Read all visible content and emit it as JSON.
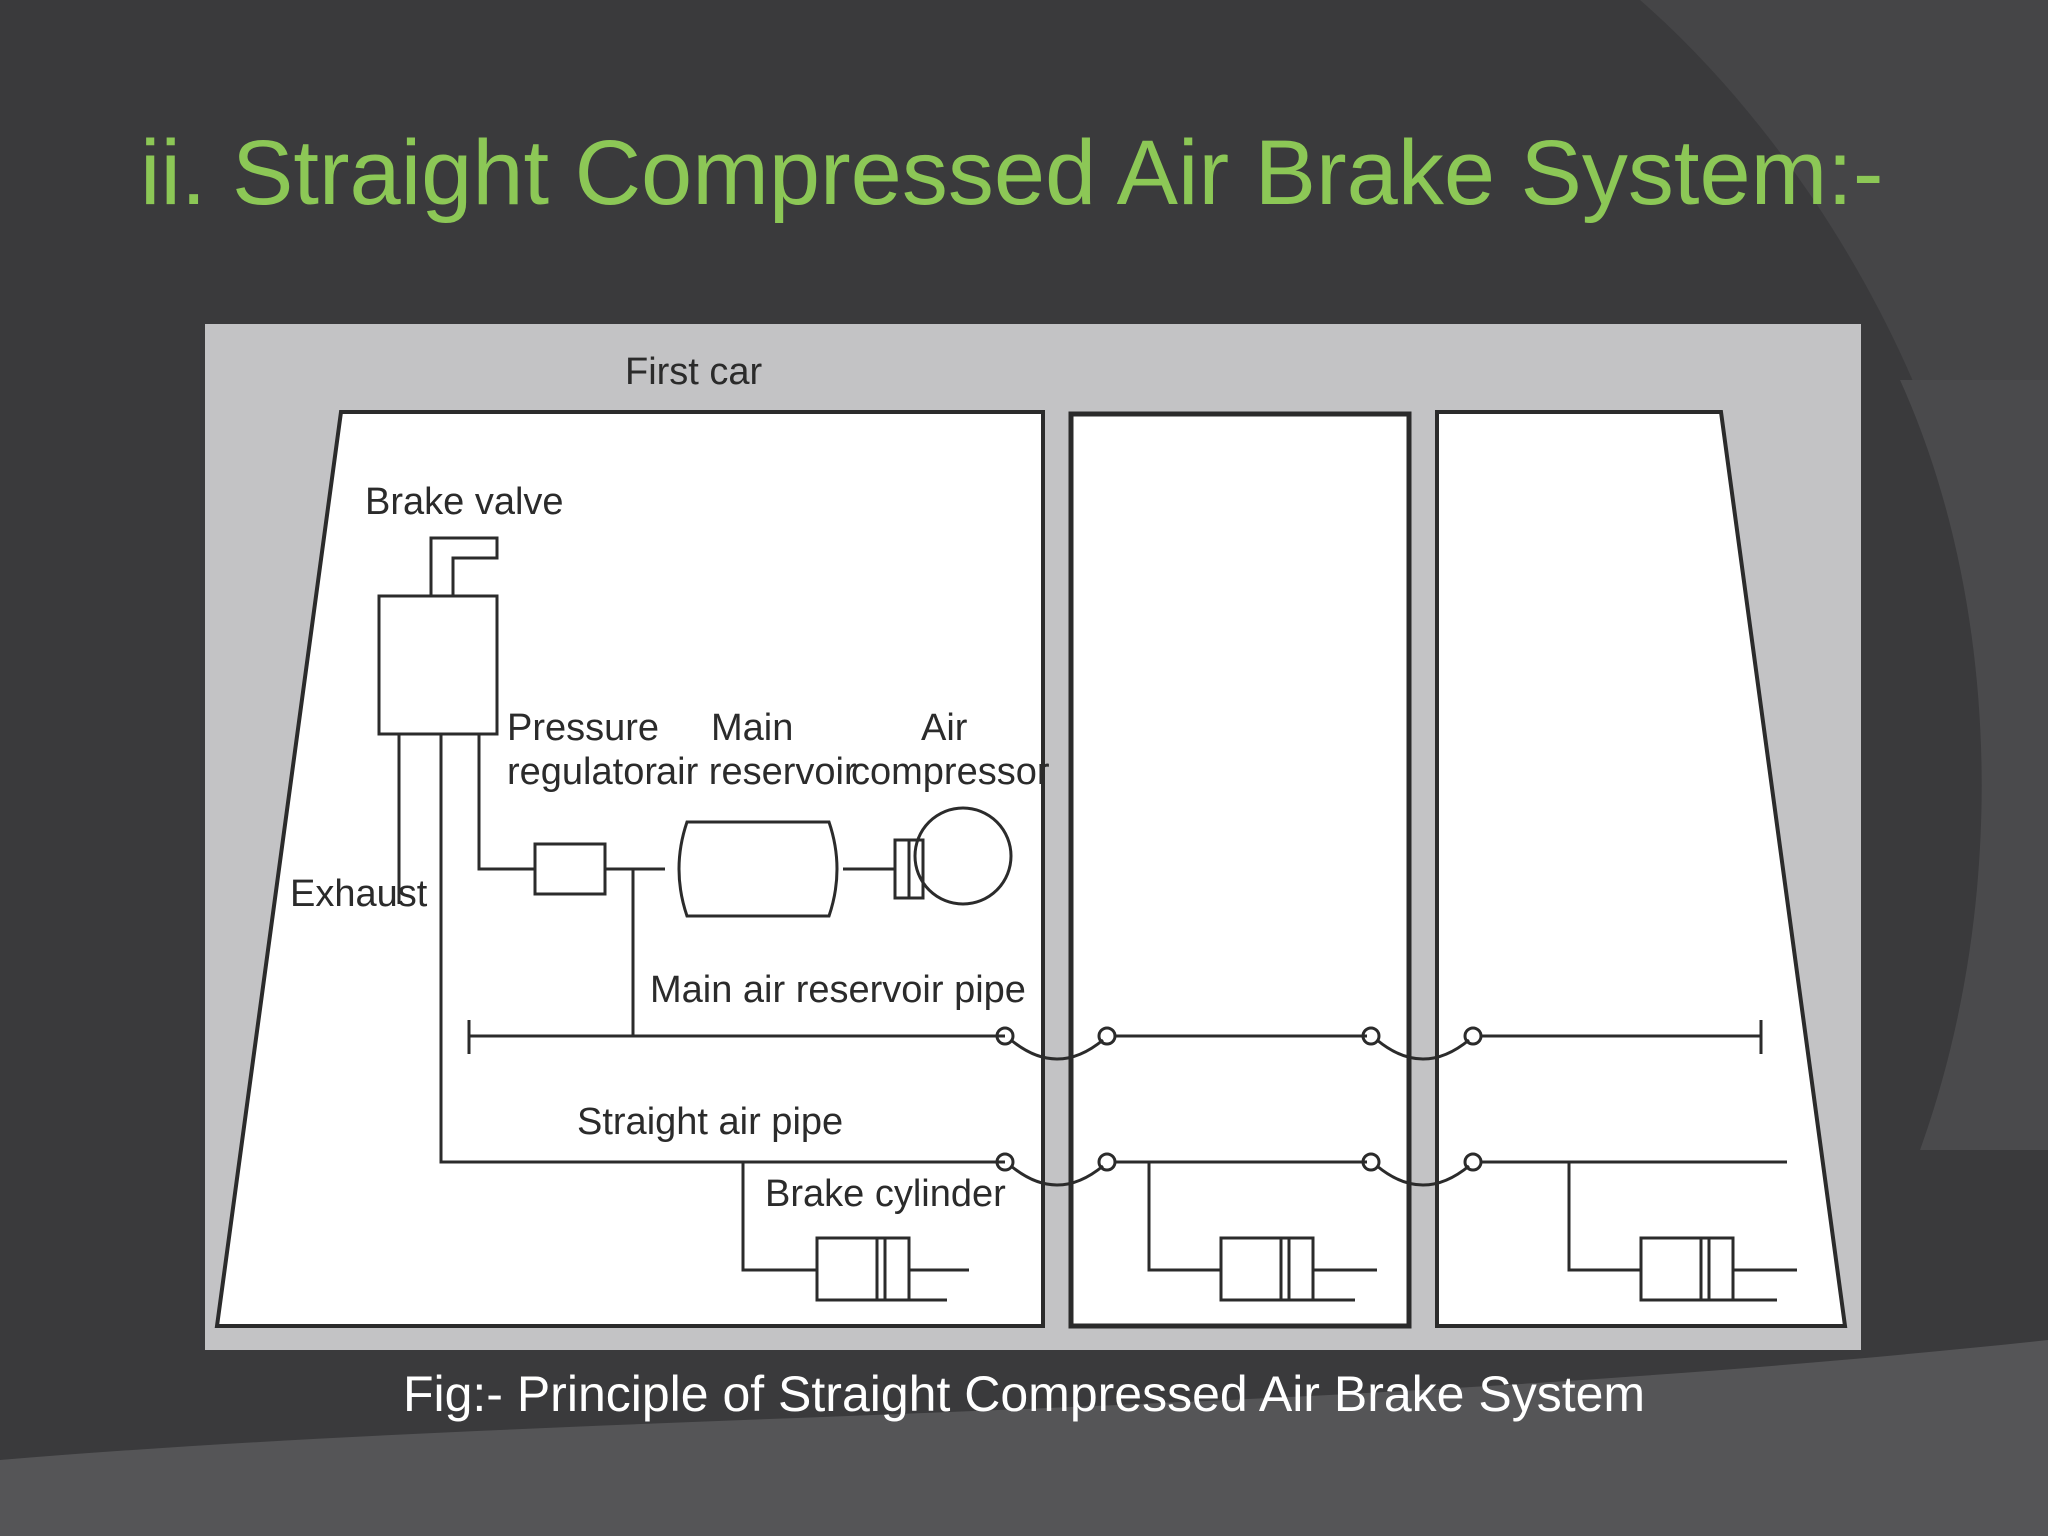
{
  "slide": {
    "title": "ii. Straight Compressed Air Brake System:-",
    "caption": "Fig:- Principle of Straight Compressed Air Brake System"
  },
  "diagram": {
    "labels": {
      "first_car": "First car",
      "brake_valve": "Brake valve",
      "pressure": "Pressure",
      "regulator": "regulator",
      "main": "Main",
      "air_reservoir": "air reservoir",
      "air": "Air",
      "compressor": "compressor",
      "exhaust": "Exhaust",
      "main_air_reservoir_pipe": "Main air reservoir pipe",
      "straight_air_pipe": "Straight air pipe",
      "brake_cylinder": "Brake cylinder"
    }
  },
  "colors": {
    "background": "#3a3a3c",
    "title": "#8cc756",
    "caption": "#ffffff",
    "diagram_background": "#c3c3c5",
    "car_fill": "#ffffff",
    "line": "#2b2b2b"
  }
}
